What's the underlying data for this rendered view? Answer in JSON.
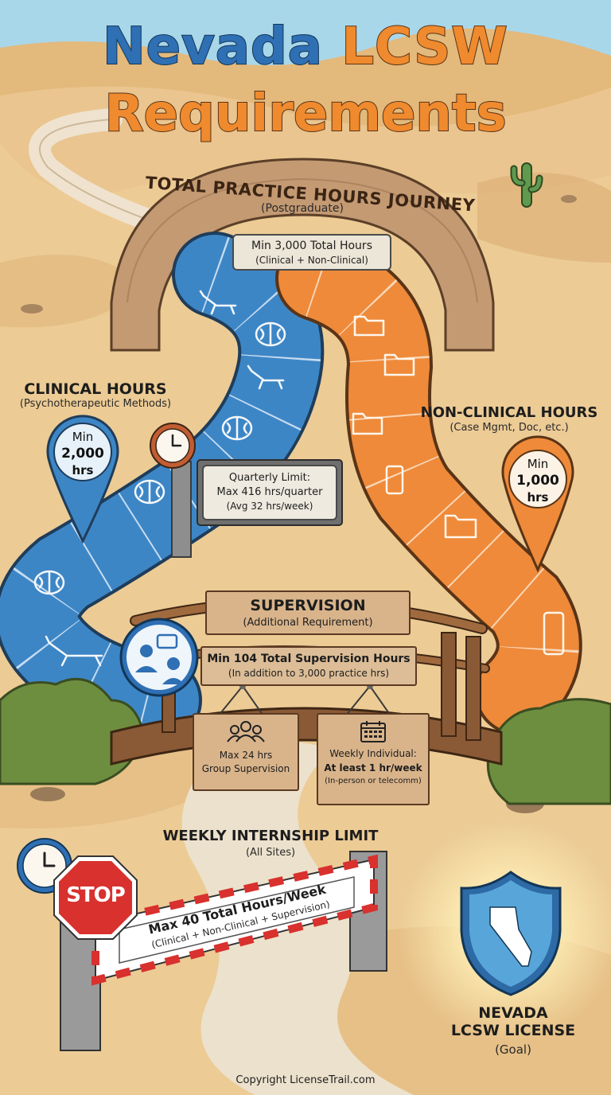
{
  "title": {
    "line1_part1": "Nevada",
    "line1_part2": "LCSW",
    "line2": "Requirements"
  },
  "arch": {
    "heading": "TOTAL PRACTICE HOURS JOURNEY",
    "sub": "(Postgraduate)",
    "box_line1": "Min 3,000 Total Hours",
    "box_line2": "(Clinical + Non-Clinical)"
  },
  "clinical": {
    "heading": "CLINICAL HOURS",
    "sub": "(Psychotherapeutic Methods)",
    "pin_label": "Min",
    "pin_value": "2,000",
    "pin_unit": "hrs"
  },
  "nonclinical": {
    "heading": "NON-CLINICAL HOURS",
    "sub": "(Case Mgmt, Doc, etc.)",
    "pin_label": "Min",
    "pin_value": "1,000",
    "pin_unit": "hrs"
  },
  "quarterly": {
    "line1": "Quarterly Limit:",
    "line2": "Max 416 hrs/quarter",
    "line3": "(Avg 32 hrs/week)"
  },
  "supervision": {
    "heading": "SUPERVISION",
    "sub": "(Additional Requirement)",
    "total_line1": "Min 104 Total Supervision Hours",
    "total_line2": "(In addition to 3,000 practice hrs)",
    "group_line1": "Max 24 hrs",
    "group_line2": "Group Supervision",
    "weekly_line1": "Weekly Individual:",
    "weekly_line2": "At least 1 hr/week",
    "weekly_line3": "(In-person or telecomm)"
  },
  "internship": {
    "heading": "WEEKLY INTERNSHIP LIMIT",
    "sub": "(All Sites)",
    "stop": "STOP",
    "line1": "Max 40 Total Hours/Week",
    "line2": "(Clinical + Non-Clinical + Supervision)"
  },
  "license": {
    "line1": "NEVADA",
    "line2": "LCSW LICENSE",
    "line3": "(Goal)"
  },
  "footer": "Copyright LicenseTrail.com",
  "colors": {
    "clinical_blue": "#3d86c6",
    "nonclinical_orange": "#ee8a3a",
    "sand": "#e9c48a",
    "sky": "#a9d7ea",
    "stop_red": "#d8312e"
  },
  "icons": {
    "clinical_path": [
      "lounge-chair-icon",
      "brain-icon"
    ],
    "nonclinical_path": [
      "folder-icon",
      "phone-icon"
    ],
    "supervision": "counseling-icon",
    "group": "group-icon",
    "weekly": "calendar-icon",
    "quarterly": "clock-icon",
    "internship": "clock-icon",
    "license": "nevada-shield-icon"
  }
}
